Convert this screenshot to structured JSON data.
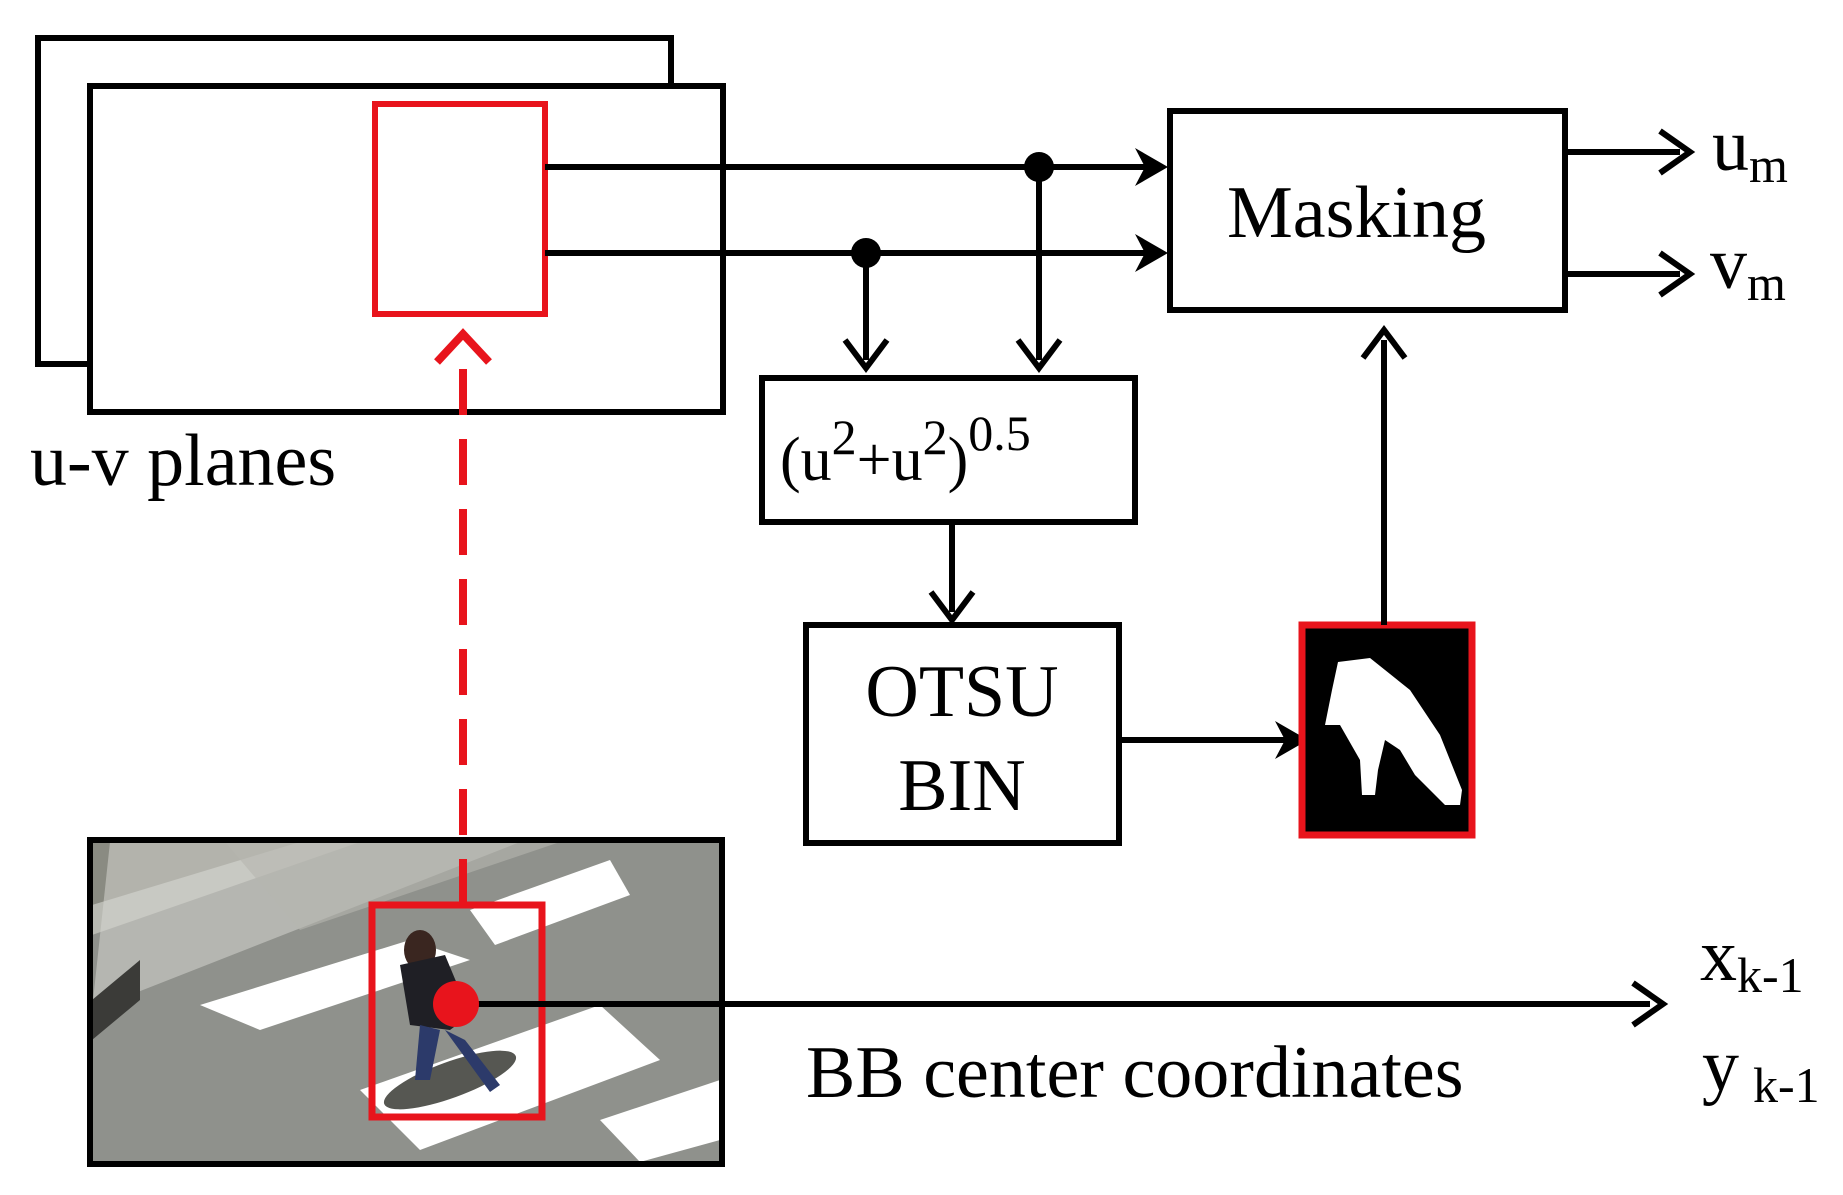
{
  "labels": {
    "uv_planes": "u-v planes",
    "masking": "Masking",
    "magnitude_base": "(u",
    "magnitude_exp1": "2",
    "magnitude_plus": "+u",
    "magnitude_exp2": "2",
    "magnitude_close": ")",
    "magnitude_power": "0.5",
    "otsu_line1": "OTSU",
    "otsu_line2": "BIN",
    "bb_center": "BB center coordinates",
    "out_u": "u",
    "out_u_sub": "m",
    "out_v": "v",
    "out_v_sub": "m",
    "out_x": "x",
    "out_x_sub": "k-1",
    "out_y": "y",
    "out_y_sub": "k-1"
  },
  "colors": {
    "line": "#000000",
    "highlight": "#e8141c",
    "mask_bg": "#000000",
    "mask_fg": "#ffffff",
    "road": "#8f918c"
  }
}
